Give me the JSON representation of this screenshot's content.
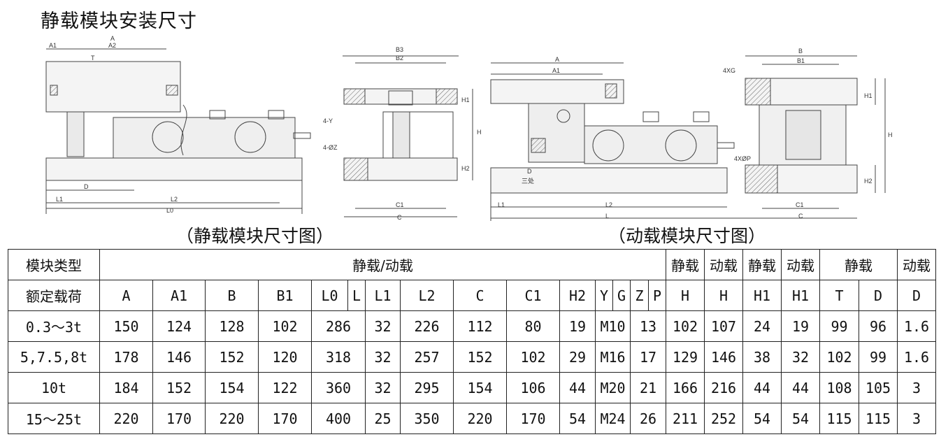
{
  "title": "静载模块安装尺寸",
  "captions": {
    "static": "（静载模块尺寸图）",
    "dynamic": "（动载模块尺寸图）"
  },
  "drawing_labels": {
    "A": "A",
    "A1": "A1",
    "A2": "A2",
    "T": "T",
    "D": "D",
    "L1": "L1",
    "L2": "L2",
    "L0": "L0",
    "B3": "B3",
    "B2": "B2",
    "H1": "H1",
    "H": "H",
    "H2": "H2",
    "Y": "4-Y",
    "Z": "4-ØZ",
    "C1": "C1",
    "C": "C",
    "B": "B",
    "B1": "B1",
    "XG": "4XG",
    "XP": "4XØP",
    "L": "L",
    "three": "三处"
  },
  "table": {
    "row_type_label": "模块类型",
    "group_shared": "静载/动载",
    "group_static_h": "静载",
    "group_dynamic_h": "动载",
    "group_static_h1": "静载",
    "group_dynamic_h1": "动载",
    "group_static_td": "静载",
    "group_dynamic_d": "动载",
    "row_load_label": "额定载荷",
    "columns": [
      "A",
      "A1",
      "B",
      "B1",
      "L0",
      "L",
      "L1",
      "L2",
      "C",
      "C1",
      "H2",
      "Y",
      "G",
      "Z",
      "P",
      "H",
      "H",
      "H1",
      "H1",
      "T",
      "D",
      "D"
    ],
    "rows": [
      {
        "load": "0.3～3t",
        "A": "150",
        "A1": "124",
        "B": "128",
        "B1": "102",
        "L0": "286",
        "L1": "32",
        "L2": "226",
        "C": "112",
        "C1": "80",
        "H2": "19",
        "YG": "M10",
        "ZP": "13",
        "H_s": "102",
        "H_d": "107",
        "H1_s": "24",
        "H1_d": "19",
        "T": "99",
        "D_s": "96",
        "D_d": "1.6"
      },
      {
        "load": "5,7.5,8t",
        "A": "178",
        "A1": "146",
        "B": "152",
        "B1": "120",
        "L0": "318",
        "L1": "32",
        "L2": "257",
        "C": "152",
        "C1": "102",
        "H2": "29",
        "YG": "M16",
        "ZP": "17",
        "H_s": "129",
        "H_d": "146",
        "H1_s": "38",
        "H1_d": "32",
        "T": "102",
        "D_s": "99",
        "D_d": "1.6"
      },
      {
        "load": "10t",
        "A": "184",
        "A1": "152",
        "B": "154",
        "B1": "122",
        "L0": "360",
        "L1": "32",
        "L2": "295",
        "C": "154",
        "C1": "106",
        "H2": "44",
        "YG": "M20",
        "ZP": "21",
        "H_s": "166",
        "H_d": "216",
        "H1_s": "44",
        "H1_d": "44",
        "T": "108",
        "D_s": "105",
        "D_d": "3"
      },
      {
        "load": "15～25t",
        "A": "220",
        "A1": "170",
        "B": "220",
        "B1": "170",
        "L0": "400",
        "L1": "25",
        "L2": "350",
        "C": "220",
        "C1": "170",
        "H2": "54",
        "YG": "M24",
        "ZP": "26",
        "H_s": "211",
        "H_d": "252",
        "H1_s": "54",
        "H1_d": "54",
        "T": "115",
        "D_s": "115",
        "D_d": "3"
      }
    ]
  }
}
